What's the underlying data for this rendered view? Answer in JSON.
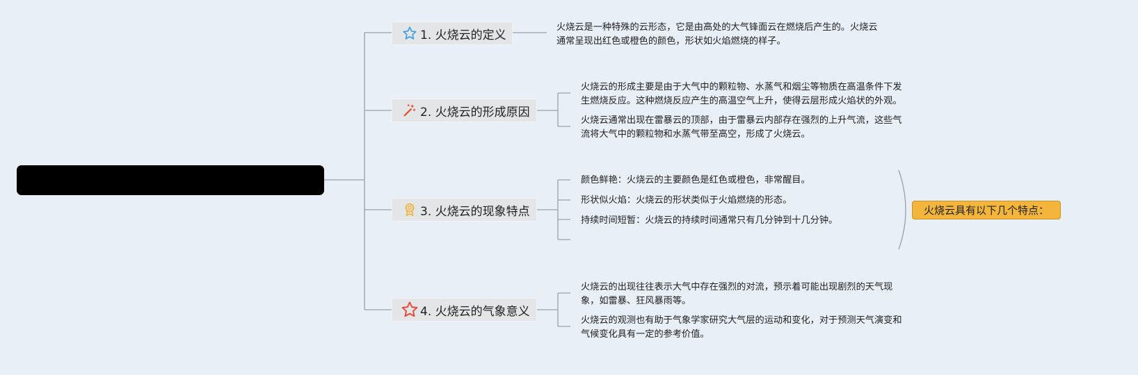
{
  "topics": [
    {
      "label": "1. 火烧云的定义",
      "icon": "star-outline-icon",
      "icon_color": "#3a9ee3",
      "notes": [
        "火烧云是一种特殊的云形态，它是由高处的大气锋面云在燃烧后产生的。火烧云\n通常呈现出红色或橙色的颜色，形状如火焰燃烧的样子。"
      ]
    },
    {
      "label": "2. 火烧云的形成原因",
      "icon": "magic-wand-icon",
      "icon_color": "#e0532f",
      "notes": [
        "火烧云的形成主要是由于大气中的颗粒物、水蒸气和烟尘等物质在高温条件下发\n生燃烧反应。这种燃烧反应产生的高温空气上升，使得云层形成火焰状的外观。",
        "火烧云通常出现在雷暴云的顶部，由于雷暴云内部存在强烈的上升气流，这些气\n流将大气中的颗粒物和水蒸气带至高空，形成了火烧云。"
      ]
    },
    {
      "label": "3. 火烧云的现象特点",
      "icon": "award-badge-icon",
      "icon_color": "#f0b33a",
      "notes": [
        "颜色鲜艳：火烧云的主要颜色是红色或橙色，非常醒目。",
        "形状似火焰：火烧云的形状类似于火焰燃烧的形态。",
        "持续时间短暂：火烧云的持续时间通常只有几分钟到十几分钟。"
      ]
    },
    {
      "label": "4. 火烧云的气象意义",
      "icon": "star-red-icon",
      "icon_color": "#e04a3a",
      "notes": [
        "火烧云的出现往往表示大气中存在强烈的对流，预示着可能出现剧烈的天气现\n象，如雷暴、狂风暴雨等。",
        "火烧云的观测也有助于气象学家研究大气层的运动和变化，对于预测天气演变和\n气候变化具有一定的参考价值。"
      ]
    }
  ],
  "summary": "火烧云具有以下几个特点："
}
